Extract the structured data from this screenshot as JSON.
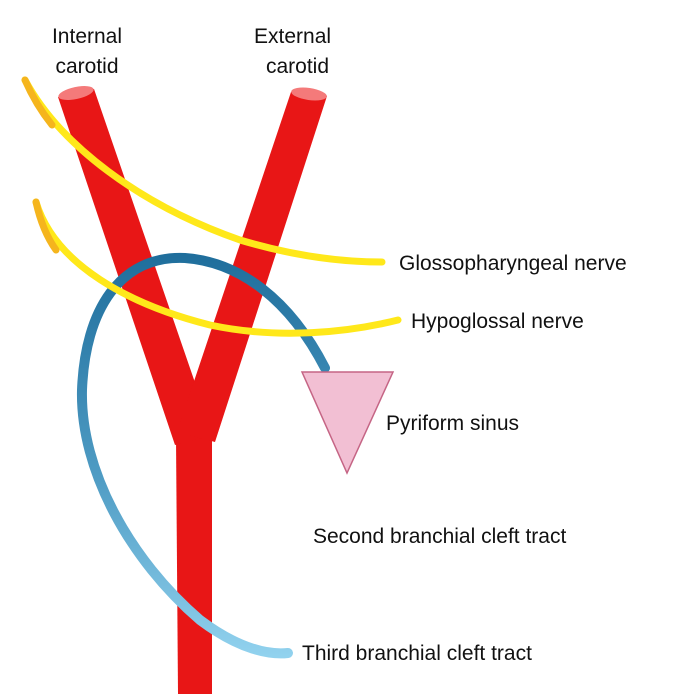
{
  "labels": {
    "internal_carotid": [
      "Internal",
      "carotid"
    ],
    "external_carotid": [
      "External",
      "carotid"
    ],
    "glossopharyngeal": "Glossopharyngeal nerve",
    "hypoglossal": "Hypoglossal nerve",
    "pyriform": "Pyriform sinus",
    "second_tract": "Second branchial cleft tract",
    "third_tract": "Third branchial cleft tract"
  },
  "colors": {
    "artery": "#e81616",
    "artery_end": "#f47a7a",
    "nerve": "#ffe81a",
    "nerve_end": "#f5b51d",
    "tract_dark": "#1f6e9c",
    "tract_light": "#93d3ef",
    "sinus_fill": "#f2bfd3",
    "sinus_stroke": "#c56585",
    "text": "#111111"
  }
}
